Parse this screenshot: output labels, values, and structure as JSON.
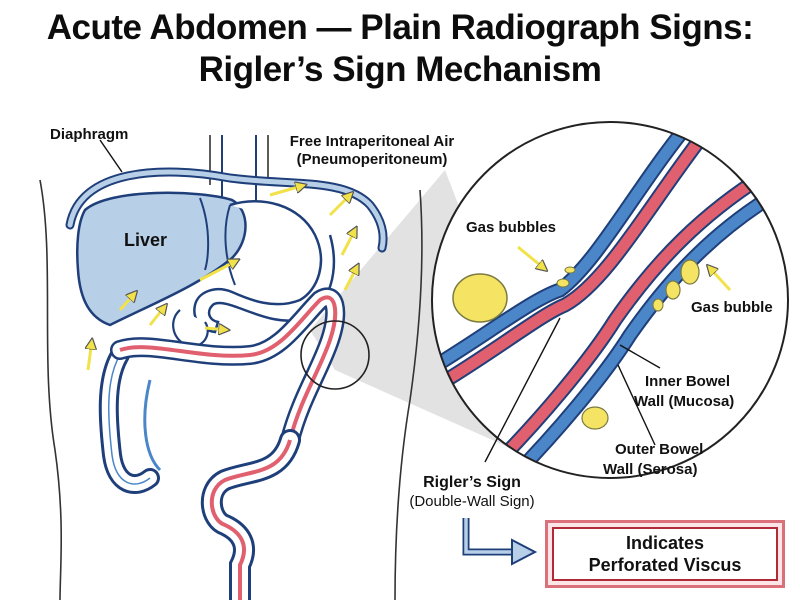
{
  "title": {
    "line1": "Acute Abdomen — Plain Radiograph Signs:",
    "line2": "Rigler’s Sign Mechanism"
  },
  "labels": {
    "diaphragm": "Diaphragm",
    "free_air_line1": "Free Intraperitoneal Air",
    "free_air_line2": "(Pneumoperitoneum)",
    "liver": "Liver",
    "gas_bubbles": "Gas bubbles",
    "gas_bubble": "Gas bubble",
    "inner_wall_line1": "Inner Bowel",
    "inner_wall_line2": "Wall (Mucosa)",
    "outer_wall_line1": "Outer Bowel",
    "outer_wall_line2": "Wall (Serosa)",
    "rigler_line1": "Rigler’s Sign",
    "rigler_line2": "(Double-Wall Sign)"
  },
  "result_box": {
    "line1": "Indicates",
    "line2": "Perforated Viscus"
  },
  "colors": {
    "outline": "#1f3f7a",
    "organ_fill": "#b8cfe8",
    "bowel_red": "#e06070",
    "bowel_blue": "#4a86c8",
    "gas_yellow": "#f5e463",
    "arrow_yellow": "#f2e24a",
    "zoom_cone": "#cfcfcf"
  }
}
